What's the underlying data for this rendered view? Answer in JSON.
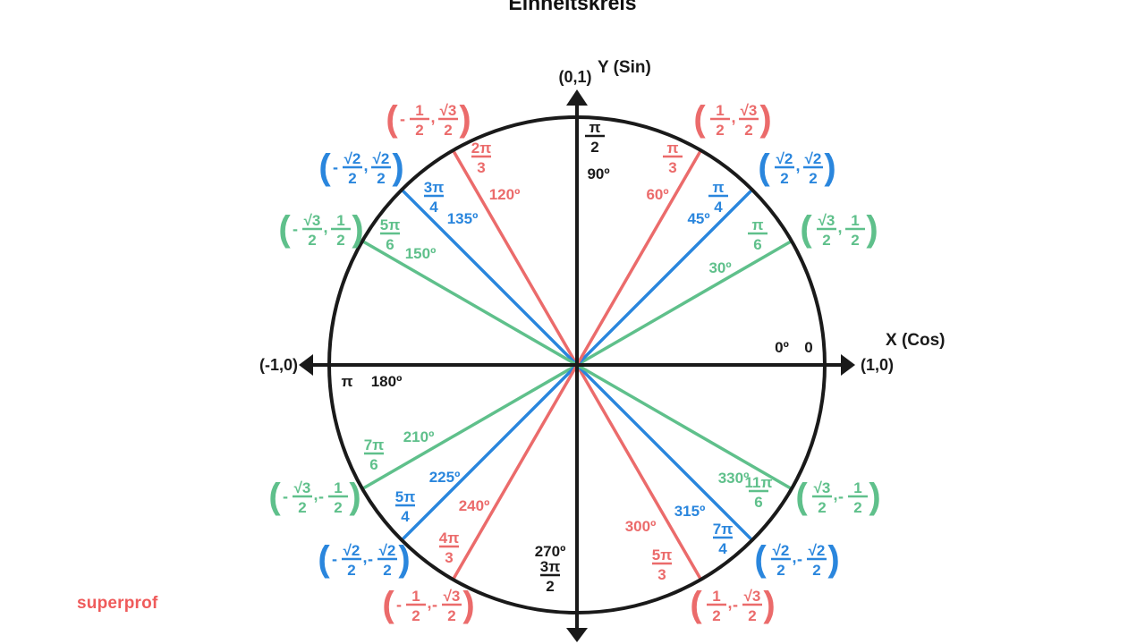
{
  "title": "Einheitskreis",
  "brand": "superprof",
  "colors": {
    "red": "#eb6b6b",
    "blue": "#2a86dd",
    "green": "#5fc08b",
    "axis": "#1a1a1a"
  },
  "axes": {
    "x_label": "X (Cos)",
    "y_label": "Y (Sin)",
    "right_point": "(1,0)",
    "left_point": "(-1,0)",
    "top_point": "(0,1)"
  },
  "axis_angles": {
    "zero_deg": "0º",
    "zero_rad": "0",
    "top_rad_num": "π",
    "top_rad_den": "2",
    "top_deg": "90º",
    "left_rad": "π",
    "left_deg": "180º",
    "bottom_deg": "270º",
    "bottom_rad_num": "3π",
    "bottom_rad_den": "2"
  },
  "angles": [
    {
      "deg": 30,
      "deg_label": "30º",
      "rad_num": "π",
      "rad_den": "6",
      "color": "green",
      "coord": {
        "x_sign": "",
        "x_num": "√3",
        "x_den": "2",
        "y_sign": "",
        "y_num": "1",
        "y_den": "2"
      }
    },
    {
      "deg": 45,
      "deg_label": "45º",
      "rad_num": "π",
      "rad_den": "4",
      "color": "blue",
      "coord": {
        "x_sign": "",
        "x_num": "√2",
        "x_den": "2",
        "y_sign": "",
        "y_num": "√2",
        "y_den": "2"
      }
    },
    {
      "deg": 60,
      "deg_label": "60º",
      "rad_num": "π",
      "rad_den": "3",
      "color": "red",
      "coord": {
        "x_sign": "",
        "x_num": "1",
        "x_den": "2",
        "y_sign": "",
        "y_num": "√3",
        "y_den": "2"
      }
    },
    {
      "deg": 120,
      "deg_label": "120º",
      "rad_num": "2π",
      "rad_den": "3",
      "color": "red",
      "coord": {
        "x_sign": "-",
        "x_num": "1",
        "x_den": "2",
        "y_sign": "",
        "y_num": "√3",
        "y_den": "2"
      }
    },
    {
      "deg": 135,
      "deg_label": "135º",
      "rad_num": "3π",
      "rad_den": "4",
      "color": "blue",
      "coord": {
        "x_sign": "-",
        "x_num": "√2",
        "x_den": "2",
        "y_sign": "",
        "y_num": "√2",
        "y_den": "2"
      }
    },
    {
      "deg": 150,
      "deg_label": "150º",
      "rad_num": "5π",
      "rad_den": "6",
      "color": "green",
      "coord": {
        "x_sign": "-",
        "x_num": "√3",
        "x_den": "2",
        "y_sign": "",
        "y_num": "1",
        "y_den": "2"
      }
    },
    {
      "deg": 210,
      "deg_label": "210º",
      "rad_num": "7π",
      "rad_den": "6",
      "color": "green",
      "coord": {
        "x_sign": "-",
        "x_num": "√3",
        "x_den": "2",
        "y_sign": "-",
        "y_num": "1",
        "y_den": "2"
      }
    },
    {
      "deg": 225,
      "deg_label": "225º",
      "rad_num": "5π",
      "rad_den": "4",
      "color": "blue",
      "coord": {
        "x_sign": "-",
        "x_num": "√2",
        "x_den": "2",
        "y_sign": "-",
        "y_num": "√2",
        "y_den": "2"
      }
    },
    {
      "deg": 240,
      "deg_label": "240º",
      "rad_num": "4π",
      "rad_den": "3",
      "color": "red",
      "coord": {
        "x_sign": "-",
        "x_num": "1",
        "x_den": "2",
        "y_sign": "-",
        "y_num": "√3",
        "y_den": "2"
      }
    },
    {
      "deg": 300,
      "deg_label": "300º",
      "rad_num": "5π",
      "rad_den": "3",
      "color": "red",
      "coord": {
        "x_sign": "",
        "x_num": "1",
        "x_den": "2",
        "y_sign": "-",
        "y_num": "√3",
        "y_den": "2"
      }
    },
    {
      "deg": 315,
      "deg_label": "315º",
      "rad_num": "7π",
      "rad_den": "4",
      "color": "blue",
      "coord": {
        "x_sign": "",
        "x_num": "√2",
        "x_den": "2",
        "y_sign": "-",
        "y_num": "√2",
        "y_den": "2"
      }
    },
    {
      "deg": 330,
      "deg_label": "330º",
      "rad_num": "11π",
      "rad_den": "6",
      "color": "green",
      "coord": {
        "x_sign": "",
        "x_num": "√3",
        "x_den": "2",
        "y_sign": "-",
        "y_num": "1",
        "y_den": "2"
      }
    }
  ]
}
